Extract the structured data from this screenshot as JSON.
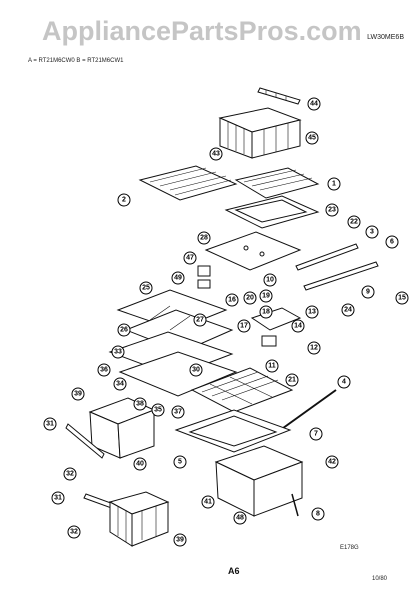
{
  "page": {
    "header_left": "",
    "header_right": "LW30ME6B",
    "models_line": "A = RT21M6CW0   B = RT21M6CW1",
    "watermark": "AppliancePartsPros.com",
    "figure_id": "E178G",
    "page_number": "A6",
    "date_code": "10/80"
  },
  "callouts": [
    "44",
    "45",
    "43",
    "2",
    "1",
    "23",
    "22",
    "3",
    "6",
    "28",
    "47",
    "49",
    "10",
    "19",
    "15",
    "25",
    "16",
    "20",
    "13",
    "14",
    "18",
    "17",
    "26",
    "27",
    "12",
    "24",
    "9",
    "33",
    "34",
    "36",
    "11",
    "21",
    "38",
    "39",
    "37",
    "30",
    "4",
    "35",
    "31",
    "32",
    "7",
    "42",
    "5",
    "40",
    "41",
    "48",
    "8"
  ]
}
